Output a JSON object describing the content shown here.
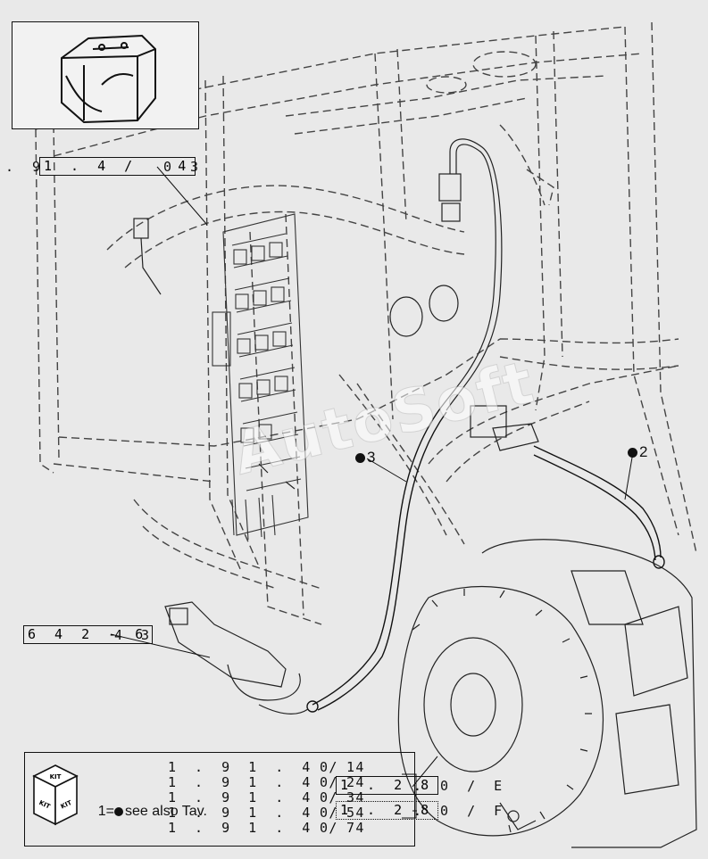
{
  "watermark": "AutoSoft",
  "references": {
    "top_left_prefix": ". 9",
    "top_left_box": "1 . 4 /   4",
    "top_left_suffix": "0 3",
    "lower_left_box": "6 4 2 - 6",
    "lower_left_suffix": "4 3"
  },
  "callouts": [
    {
      "num": "3"
    },
    {
      "num": "2"
    }
  ],
  "legend": {
    "kit_icon": "kit-cube-icon",
    "kit_label_top": "KIT",
    "kit_label_left": "KIT",
    "kit_label_right": "KIT",
    "see_also_prefix": "1=",
    "see_also_text": "see also Tav.",
    "rows": [
      {
        "code": "1 . 9 1 . 4 / 4",
        "suffix": "0 1"
      },
      {
        "code": "1 . 9 1 . 4 / 4",
        "suffix": "0 2"
      },
      {
        "code": "1 . 9 1 . 4 / 4",
        "suffix": "0 3"
      },
      {
        "code": "1 . 9 1 . 4 / 4",
        "suffix": "0 5"
      },
      {
        "code": "1 . 9 1 . 4 / 4",
        "suffix": "0 7"
      }
    ],
    "ref_a_box": "1 . 2 8",
    "ref_a_suffix": ". 0 / E",
    "ref_b_box": "1 . 2 8",
    "ref_b_suffix": ". 0 / F"
  },
  "colors": {
    "background": "#e9e9e9",
    "line": "#111111",
    "dashed": "#444444"
  }
}
